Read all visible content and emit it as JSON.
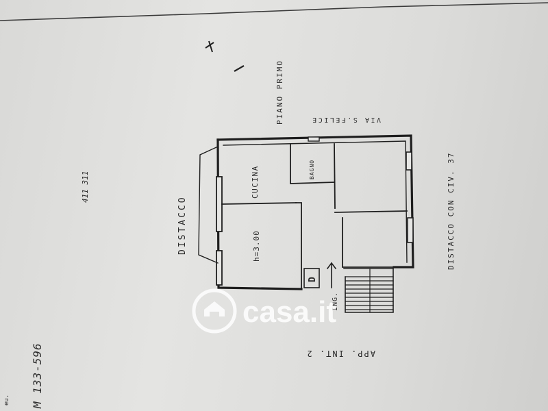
{
  "plan": {
    "floor_label": "PIANO PRIMO",
    "street_label": "VIA S.FELICE",
    "labels": {
      "cucina": "CUCINA",
      "bagno": "BAGNO",
      "height": "h=3.00",
      "distacco_left": "DISTACCO",
      "distacco_right": "DISTACCO CON CIV. 37",
      "entrance": "ING.",
      "stairs_letter": "D",
      "apartment": "APP. INT. 2",
      "sheet_ref": "M 133-596",
      "scale_note": "411 311",
      "margin_mark": "eu."
    }
  },
  "watermark": {
    "text": "casa.it",
    "icon": "house-icon"
  }
}
